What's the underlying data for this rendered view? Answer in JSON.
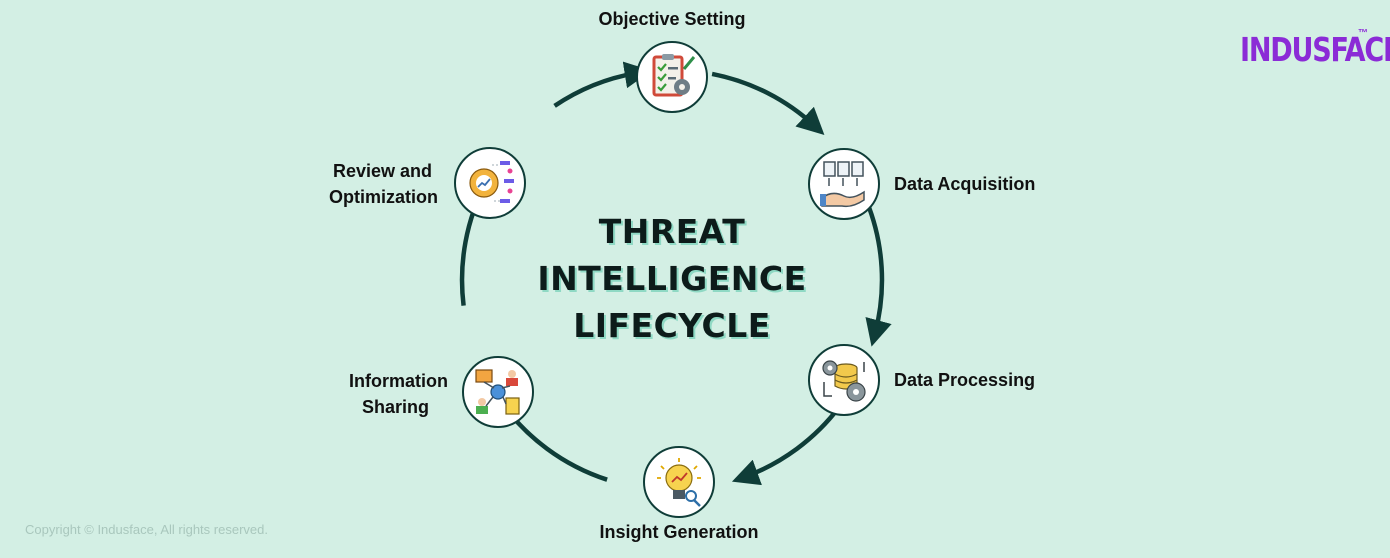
{
  "diagram": {
    "title_lines": [
      "THREAT",
      "INTELLIGENCE",
      "LIFECYCLE"
    ],
    "stages": [
      {
        "label": "Objective Setting",
        "icon": "clipboard-checklist-icon"
      },
      {
        "label": "Data Acquisition",
        "icon": "documents-hand-icon"
      },
      {
        "label": "Data Processing",
        "icon": "database-gears-icon"
      },
      {
        "label": "Insight Generation",
        "icon": "lightbulb-chart-icon"
      },
      {
        "label": "Information Sharing",
        "label_lines": [
          "Information",
          "Sharing"
        ],
        "icon": "network-share-icon"
      },
      {
        "label": "Review and Optimization",
        "label_lines": [
          "Review and",
          "Optimization"
        ],
        "icon": "gear-review-icon"
      }
    ],
    "colors": {
      "ring": "#0f3d38",
      "background": "#d3efe4",
      "brand": "#8b2bd6"
    }
  },
  "brand": {
    "name": "INDUSFACE",
    "tm": "™"
  },
  "footer": {
    "copyright": "Copyright © Indusface, All rights reserved."
  }
}
